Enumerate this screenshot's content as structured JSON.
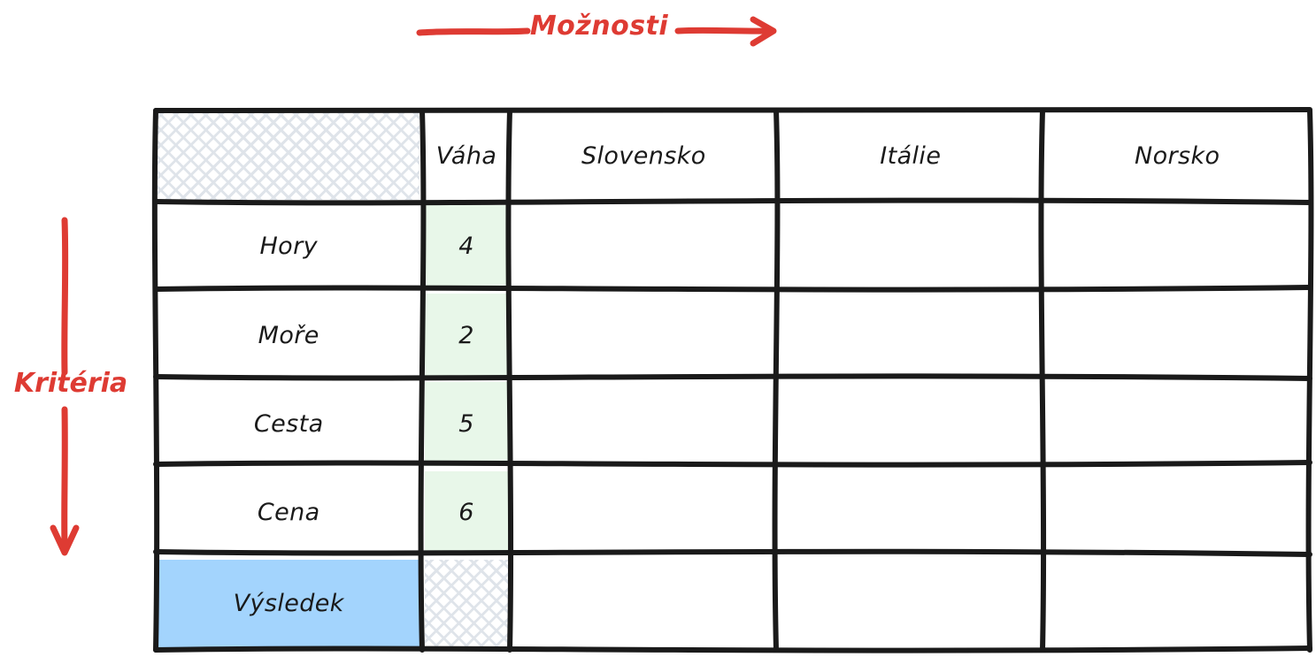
{
  "diagram": {
    "type": "decision-matrix",
    "axes": {
      "columns_label": "Možnosti",
      "rows_label": "Kritéria",
      "columns_arrow": "arrow-right",
      "rows_arrow": "arrow-down",
      "accent_color": "#de3b33"
    },
    "colors": {
      "weight_cell": "#e8f7e9",
      "result_cell": "#a3d4fd",
      "hatch_line": "#dfe4ea",
      "border": "#1a1a1a"
    },
    "table": {
      "corner_cell": "",
      "weight_header": "Váha",
      "options": [
        "Slovensko",
        "Itálie",
        "Norsko"
      ],
      "criteria": [
        {
          "name": "Hory",
          "weight": "4",
          "scores": [
            "",
            "",
            ""
          ]
        },
        {
          "name": "Moře",
          "weight": "2",
          "scores": [
            "",
            "",
            ""
          ]
        },
        {
          "name": "Cesta",
          "weight": "5",
          "scores": [
            "",
            "",
            ""
          ]
        },
        {
          "name": "Cena",
          "weight": "6",
          "scores": [
            "",
            "",
            ""
          ]
        }
      ],
      "total_row": {
        "label": "Výsledek",
        "weight": "",
        "scores": [
          "",
          "",
          ""
        ]
      }
    }
  }
}
